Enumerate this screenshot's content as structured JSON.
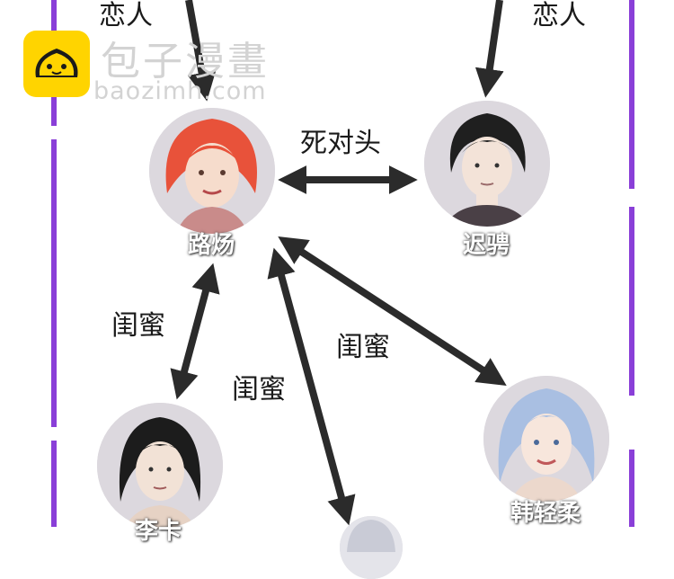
{
  "watermark": {
    "cn": "包子漫畫",
    "en": "baozimh.com",
    "logo_icon": "bun-face-icon"
  },
  "relations": {
    "lovers_left": "恋人",
    "lovers_right": "恋人",
    "rivals": "死对头",
    "bestie_1": "闺蜜",
    "bestie_2": "闺蜜",
    "bestie_3": "闺蜜"
  },
  "characters": {
    "lu_yang": "路炀",
    "chi_pin": "迟骋",
    "han_qingrou": "韩轻柔",
    "bottom_left": "李卡"
  },
  "colors": {
    "accent_line": "#8a3fd8",
    "arrow": "#2b2b2b",
    "logo": "#ffd400"
  }
}
